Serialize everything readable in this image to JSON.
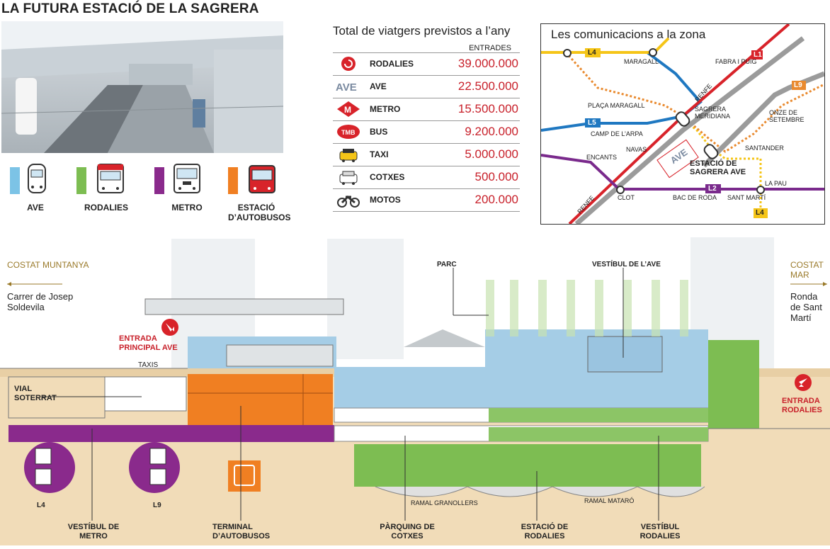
{
  "title": "LA FUTURA ESTACIÓ DE LA SAGRERA",
  "legend": [
    {
      "label": "AVE",
      "color": "#7cc3e6"
    },
    {
      "label": "RODALIES",
      "color": "#7dbd52"
    },
    {
      "label": "METRO",
      "color": "#8a2a8c"
    },
    {
      "label": "ESTACIÓ D’AUTOBUSOS",
      "color": "#f07f22"
    }
  ],
  "stats": {
    "title": "Total de viatgers previstos a l’any",
    "header": "ENTRADES",
    "rows": [
      {
        "name": "RODALIES",
        "value": "39.000.000",
        "icon": "rodalies-icon"
      },
      {
        "name": "AVE",
        "value": "22.500.000",
        "icon": "ave-logo-icon"
      },
      {
        "name": "METRO",
        "value": "15.500.000",
        "icon": "metro-icon"
      },
      {
        "name": "BUS",
        "value": "9.200.000",
        "icon": "tmb-bus-icon"
      },
      {
        "name": "TAXI",
        "value": "5.000.000",
        "icon": "taxi-icon"
      },
      {
        "name": "COTXES",
        "value": "500.000",
        "icon": "car-icon"
      },
      {
        "name": "MOTOS",
        "value": "200.000",
        "icon": "motorcycle-icon"
      }
    ]
  },
  "map": {
    "title": "Les comunicacions a la zona",
    "lines": [
      "L4",
      "L1",
      "L9",
      "L5",
      "L2",
      "L4"
    ],
    "places": [
      "MARAGALL",
      "FABRA I PUIG",
      "PLAÇA MARAGALL",
      "SAGRERA MERIDIANA",
      "ONZE DE SETEMBRE",
      "CAMP DE L’ARPA",
      "NAVAS",
      "ENCANTS",
      "SANTANDER",
      "ESTACIÓ DE SAGRERA AVE",
      "CLOT",
      "BAC DE RODA",
      "SANT MARTÍ",
      "LA PAU",
      "RENFE",
      "RENFE"
    ],
    "ave_badge": "AVE"
  },
  "section": {
    "left_side": "COSTAT MUNTANYA",
    "left_street": "Carrer de Josep Soldevila",
    "right_side": "COSTAT MAR",
    "right_street": "Ronda de Sant Martí",
    "entrada_ave": "ENTRADA PRINCIPAL AVE",
    "entrada_rodalies": "ENTRADA RODALIES",
    "taxis": "TAXIS",
    "vial": "VIAL SOTERRAT",
    "parc": "PARC",
    "vestibul_ave": "VESTÍBUL DE L’AVE",
    "l4": "L4",
    "l9": "L9",
    "ramal_granollers": "RAMAL GRANOLLERS",
    "ramal_mataro": "RAMAL MATARÓ",
    "bottom": [
      "VESTÍBUL DE METRO",
      "TERMINAL D’AUTOBUSOS",
      "PÀRQUING DE COTXES",
      "ESTACIÓ DE RODALIES",
      "VESTÍBUL RODALIES"
    ]
  }
}
